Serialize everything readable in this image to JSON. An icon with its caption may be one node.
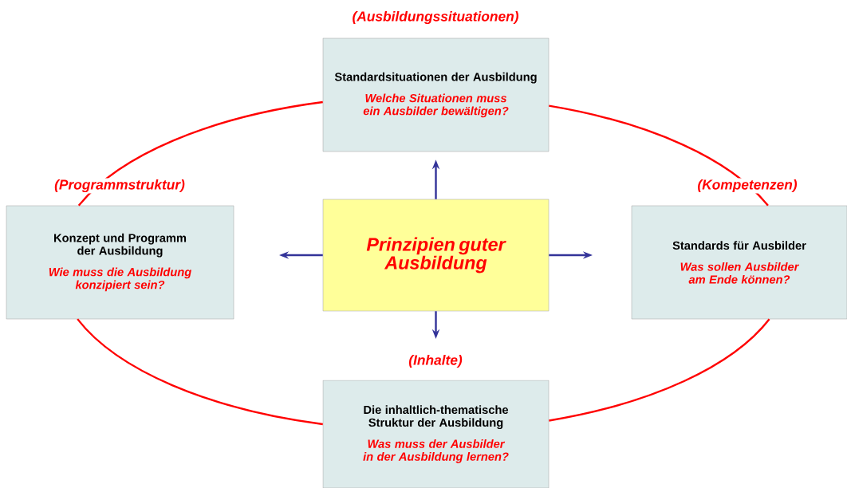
{
  "diagram": {
    "nodes": [
      {
        "text": [
          "(Ausbildungssituationen)",
          "Standardsituationen der Ausbildung",
          "Welche Situationen muss ein Ausbilder bewältigen?"
        ]
      },
      {
        "text": [
          "(Programmstruktur)",
          "Konzept und Programm der Ausbildung",
          "Wie muss die Ausbildung konzipiert sein?"
        ]
      },
      {
        "text": [
          "Prinzipien guter Ausbildung"
        ]
      },
      {
        "text": [
          "(Kompetenzen)",
          "Standards für Ausbilder",
          "Was sollen Ausbilder am Ende können?"
        ]
      },
      {
        "text": [
          "(Inhalte)",
          "Die inhaltlich-thematische Struktur der Ausbildung",
          "Was muss der Ausbilder in der Ausbildung lernen?"
        ]
      }
    ],
    "edges": [
      {
        "from": 2,
        "to": 0,
        "arrow": "to"
      },
      {
        "from": 2,
        "to": null,
        "arrow": "to"
      },
      {
        "from": 2,
        "to": null,
        "arrow": "to"
      },
      {
        "from": 2,
        "to": null,
        "arrow": "to"
      },
      {
        "from": 0,
        "to": 1,
        "arrow": "none",
        "color": "#ff0000"
      },
      {
        "from": 0,
        "to": 3,
        "arrow": "none",
        "color": "#ff0000"
      },
      {
        "from": 3,
        "to": 4,
        "arrow": "none",
        "color": "#ff0000"
      },
      {
        "from": 4,
        "to": 1,
        "arrow": "none",
        "color": "#ff0000"
      }
    ]
  }
}
